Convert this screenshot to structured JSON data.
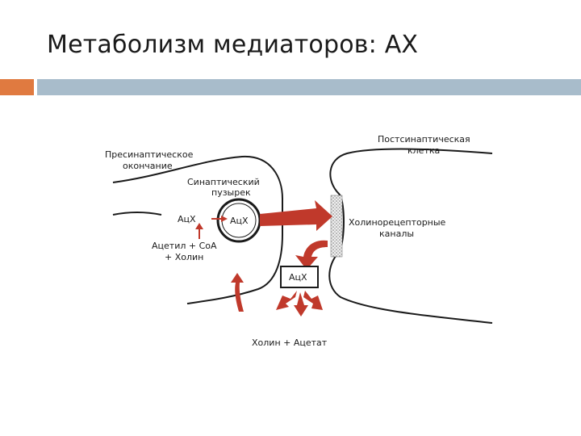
{
  "slide": {
    "title": "Метаболизм медиаторов: АХ"
  },
  "diagram": {
    "labels": {
      "presynaptic": [
        "Пресинаптическое",
        "окончание"
      ],
      "vesicle": [
        "Синаптический",
        "пузырек"
      ],
      "ach_cytoplasm": "АцХ",
      "ach_vesicle": "АцХ",
      "synthesis": [
        "Ацетил + СоА",
        "+ Холин"
      ],
      "postsynaptic": [
        "Постсинаптическая",
        "клетка"
      ],
      "receptor_channels": [
        "Холинорецепторные",
        "каналы"
      ],
      "ach_cleft": "АцХ",
      "breakdown": "Холин + Ацетат"
    },
    "colors": {
      "arrow": "#c0392b",
      "line": "#1a1a1a",
      "receptor": "#cfcfcf"
    }
  }
}
